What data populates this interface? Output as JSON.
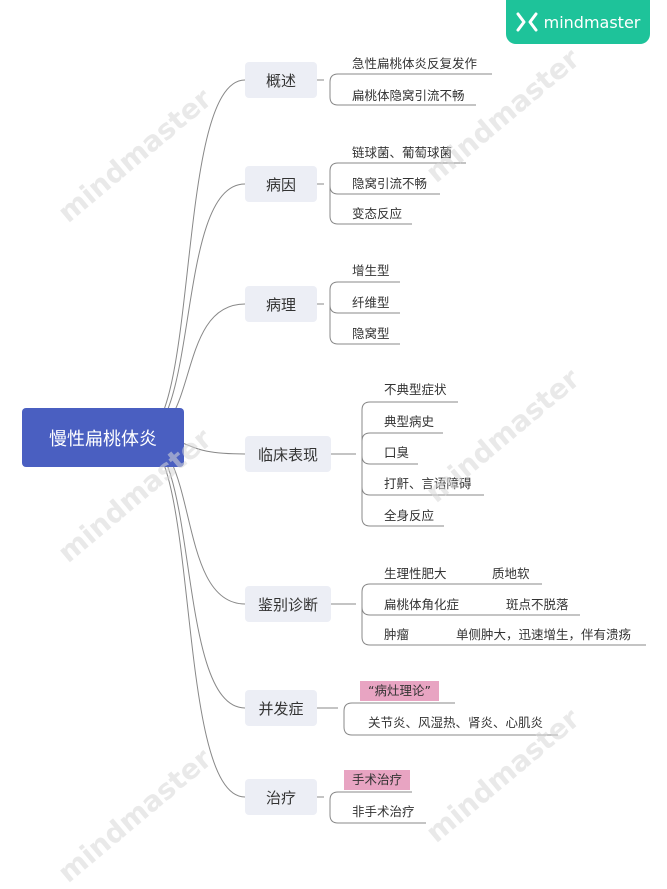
{
  "brand": {
    "name": "mindmaster",
    "accent": "#1ec39a"
  },
  "watermark": "mindmaster",
  "root": {
    "label": "慢性扁桃体炎",
    "color": "#4a5fc1"
  },
  "branches": [
    {
      "label": "概述",
      "items": [
        {
          "text": "急性扁桃体炎反复发作"
        },
        {
          "text": "扁桃体隐窝引流不畅"
        }
      ]
    },
    {
      "label": "病因",
      "items": [
        {
          "text": "链球菌、葡萄球菌"
        },
        {
          "text": "隐窝引流不畅"
        },
        {
          "text": "变态反应"
        }
      ]
    },
    {
      "label": "病理",
      "items": [
        {
          "text": "增生型"
        },
        {
          "text": "纤维型"
        },
        {
          "text": "隐窝型"
        }
      ]
    },
    {
      "label": "临床表现",
      "items": [
        {
          "text": "不典型症状"
        },
        {
          "text": "典型病史"
        },
        {
          "text": "口臭"
        },
        {
          "text": "打鼾、言语障碍"
        },
        {
          "text": "全身反应"
        }
      ]
    },
    {
      "label": "鉴别诊断",
      "items": [
        {
          "text": "生理性肥大",
          "detail": "质地软"
        },
        {
          "text": "扁桃体角化症",
          "detail": "斑点不脱落"
        },
        {
          "text": "肿瘤",
          "detail": "单侧肿大，迅速增生，伴有溃疡"
        }
      ]
    },
    {
      "label": "并发症",
      "items": [
        {
          "text": "“病灶理论”",
          "highlight": true
        },
        {
          "text": "关节炎、风湿热、肾炎、心肌炎"
        }
      ]
    },
    {
      "label": "治疗",
      "items": [
        {
          "text": "手术治疗",
          "highlight": true
        },
        {
          "text": "非手术治疗"
        }
      ]
    }
  ]
}
